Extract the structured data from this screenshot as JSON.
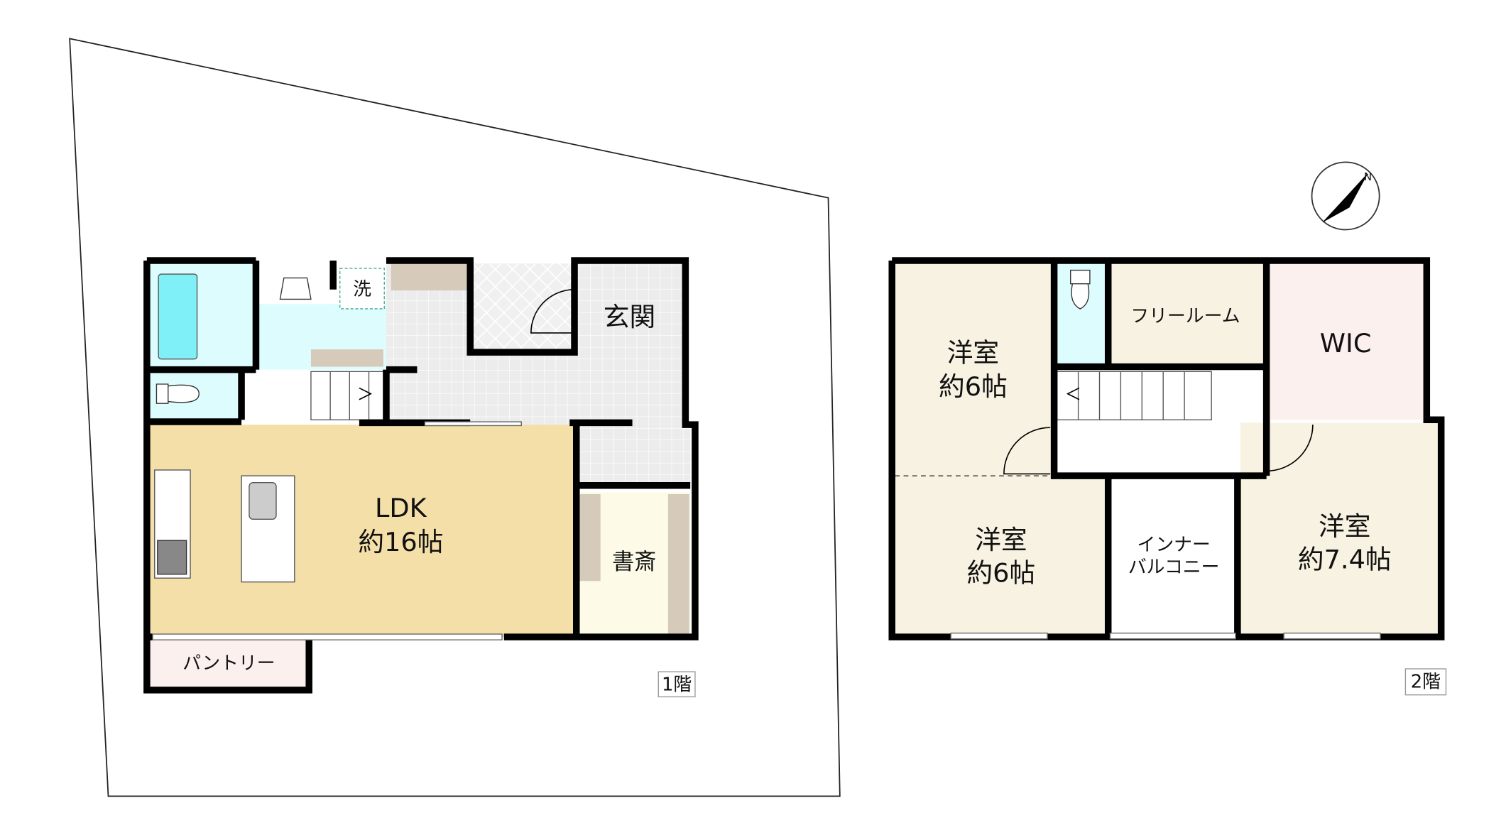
{
  "floor1": {
    "label": "1階",
    "rooms": {
      "genkan": "玄関",
      "ldk_name": "LDK",
      "ldk_size": "約16帖",
      "shosai": "書斎",
      "pantry": "パントリー",
      "laundry": "洗"
    }
  },
  "floor2": {
    "label": "2階",
    "rooms": {
      "room_a_name": "洋室",
      "room_a_size": "約6帖",
      "room_b_name": "洋室",
      "room_b_size": "約6帖",
      "room_c_name": "洋室",
      "room_c_size": "約7.4帖",
      "free_room": "フリールーム",
      "wic": "WIC",
      "balcony_line1": "インナー",
      "balcony_line2": "バルコニー"
    }
  },
  "compass": {
    "label": "N"
  },
  "colors": {
    "ldk": "#f5dfa8",
    "western_room": "#f7f2e1",
    "wet_area": "#dcfcfd",
    "bathtub": "#7ff0f7",
    "tile": "#ececec",
    "wic": "#fcf0ef",
    "pantry": "#fcf0ef",
    "study": "#fdfbe8",
    "shelf": "#d6cbbb"
  }
}
